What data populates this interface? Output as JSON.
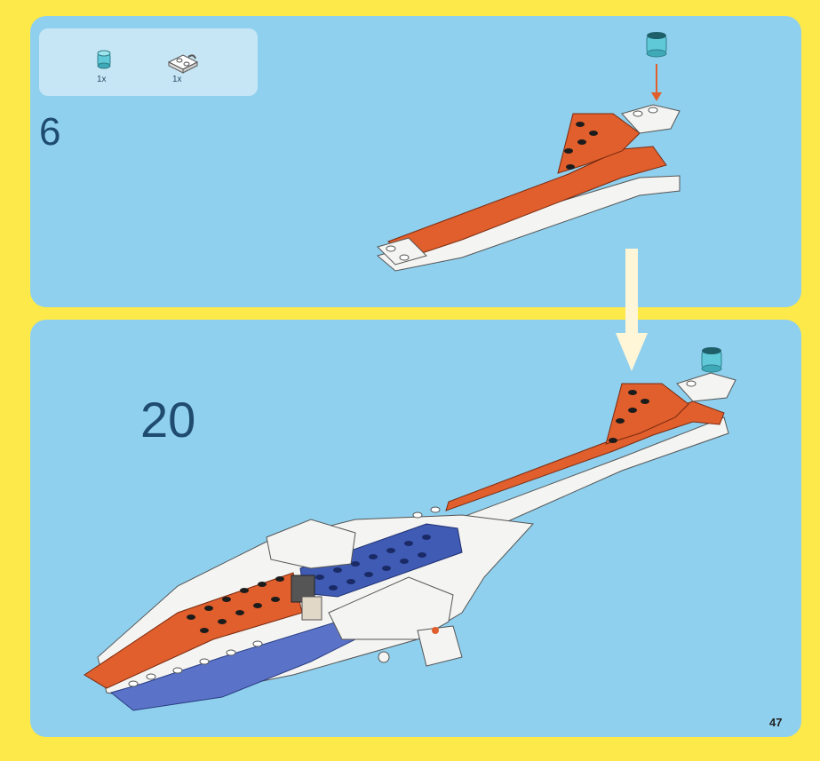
{
  "parts_list": {
    "items": [
      {
        "icon": "transparent-round-stud-icon",
        "qty": "1x"
      },
      {
        "icon": "white-plate-clip-icon",
        "qty": "1x"
      }
    ]
  },
  "steps": {
    "small": "6",
    "big": "20"
  },
  "page_number": "47",
  "colors": {
    "page_background": "#fde94a",
    "panel_background": "#8fd0ee",
    "orange_brick": "#e05f2c",
    "blue_brick": "#3f5bb3",
    "white_brick": "#f4f4f2",
    "transparent_stud": "#5fc9d8"
  }
}
